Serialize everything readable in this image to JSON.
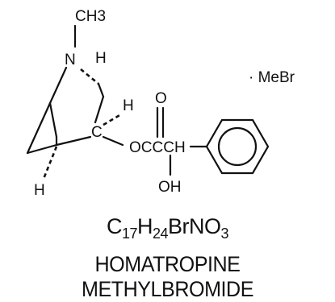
{
  "structure": {
    "labels": {
      "ch3": "CH3",
      "n": "N",
      "h_top": "H",
      "h_mid": "H",
      "h_bottom": "H",
      "c": "C",
      "ester": "OCCCH",
      "o_top": "O",
      "oh": "OH",
      "salt": "· MeBr"
    }
  },
  "formula": {
    "c": "C",
    "c_sub": "17",
    "h": "H",
    "h_sub": "24",
    "rest": "BrNO",
    "o_sub": "3"
  },
  "compound_name": "HOMATROPINE METHYLBROMIDE"
}
